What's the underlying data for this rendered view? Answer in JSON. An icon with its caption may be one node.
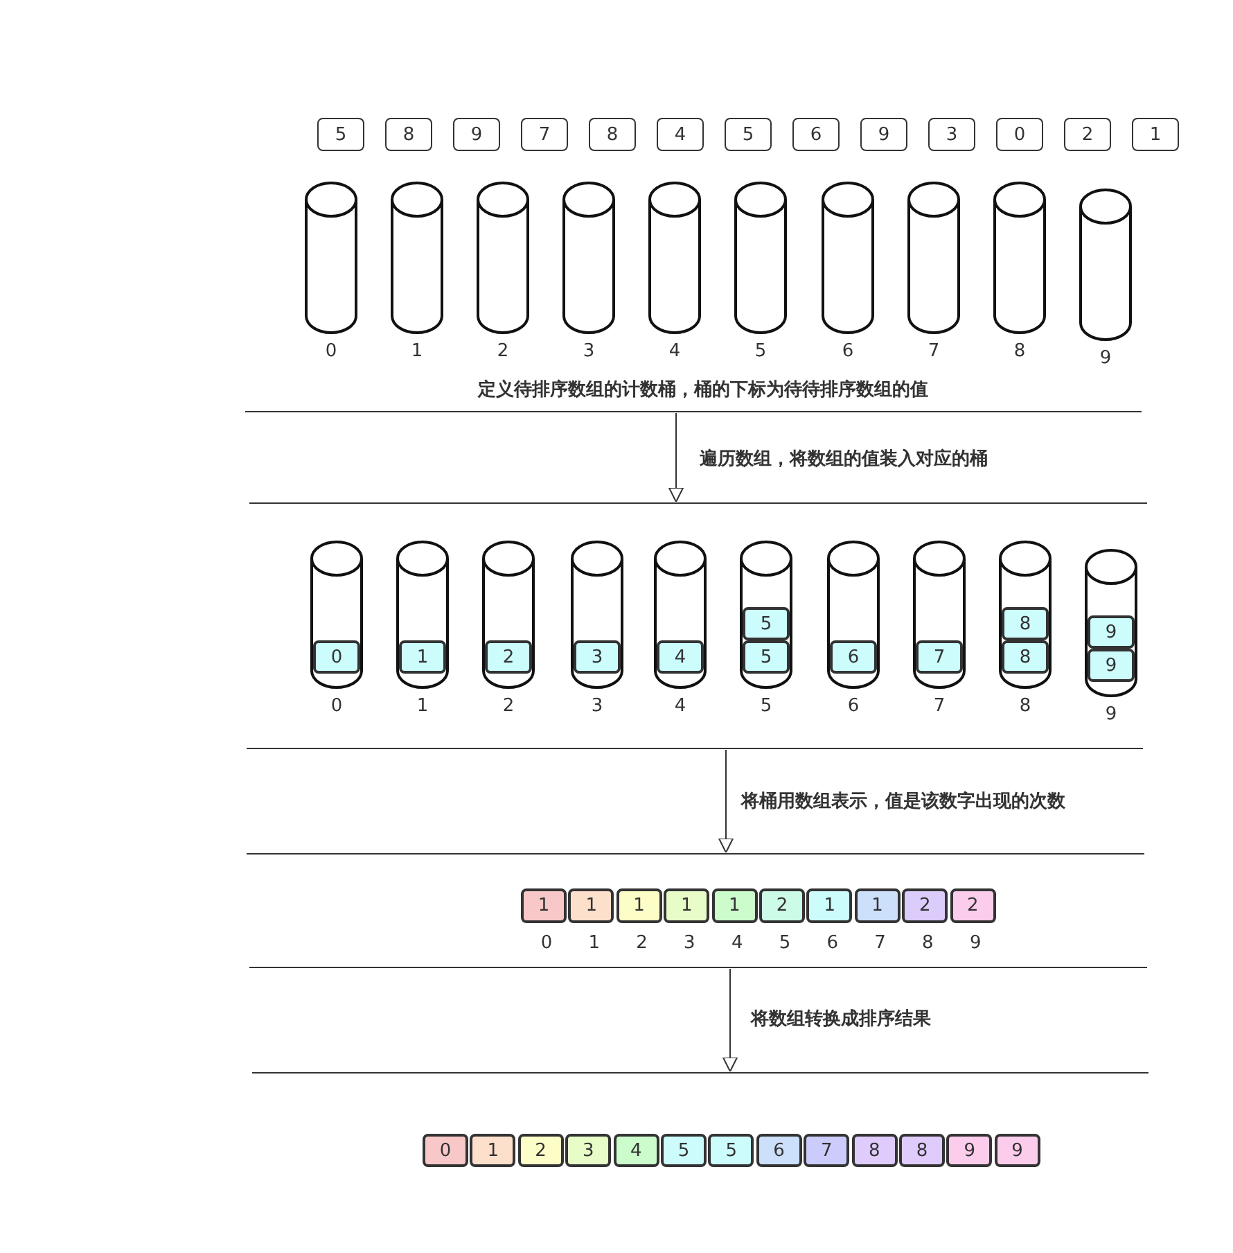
{
  "diagram": {
    "nodes": [
      {
        "text": [
          "5"
        ]
      },
      {
        "text": [
          "8"
        ]
      },
      {
        "text": [
          "9"
        ]
      },
      {
        "text": [
          "7"
        ]
      },
      {
        "text": [
          "8"
        ]
      },
      {
        "text": [
          "4"
        ]
      },
      {
        "text": [
          "5"
        ]
      },
      {
        "text": [
          "6"
        ]
      },
      {
        "text": [
          "9"
        ]
      },
      {
        "text": [
          "3"
        ]
      },
      {
        "text": [
          "0"
        ]
      },
      {
        "text": [
          "2"
        ]
      },
      {
        "text": [
          "1"
        ]
      },
      {
        "text": [],
        "shape": "cylinder",
        "beside": [
          "0"
        ]
      },
      {
        "text": [],
        "shape": "cylinder",
        "beside": [
          "1"
        ]
      },
      {
        "text": [],
        "shape": "cylinder",
        "beside": [
          "2"
        ]
      },
      {
        "text": [],
        "shape": "cylinder",
        "beside": [
          "3"
        ]
      },
      {
        "text": [],
        "shape": "cylinder",
        "beside": [
          "4"
        ]
      },
      {
        "text": [],
        "shape": "cylinder",
        "beside": [
          "5"
        ]
      },
      {
        "text": [],
        "shape": "cylinder",
        "beside": [
          "6"
        ]
      },
      {
        "text": [],
        "shape": "cylinder",
        "beside": [
          "7"
        ]
      },
      {
        "text": [],
        "shape": "cylinder",
        "beside": [
          "8"
        ]
      },
      {
        "text": [],
        "shape": "cylinder",
        "beside": [
          "9"
        ]
      },
      {
        "text": [],
        "shape": "cylinder",
        "beside": [
          "0"
        ]
      },
      {
        "text": [],
        "shape": "cylinder",
        "beside": [
          "1"
        ]
      },
      {
        "text": [],
        "shape": "cylinder",
        "beside": [
          "2"
        ]
      },
      {
        "text": [],
        "shape": "cylinder",
        "beside": [
          "3"
        ]
      },
      {
        "text": [],
        "shape": "cylinder",
        "beside": [
          "4"
        ]
      },
      {
        "text": [],
        "shape": "cylinder",
        "beside": [
          "5"
        ]
      },
      {
        "text": [],
        "shape": "cylinder",
        "beside": [
          "6"
        ]
      },
      {
        "text": [],
        "shape": "cylinder",
        "beside": [
          "7"
        ]
      },
      {
        "text": [],
        "shape": "cylinder",
        "beside": [
          "8"
        ]
      },
      {
        "text": [],
        "shape": "cylinder",
        "beside": [
          "9"
        ]
      },
      {
        "text": [
          "0"
        ],
        "in": 23
      },
      {
        "text": [
          "1"
        ],
        "in": 24
      },
      {
        "text": [
          "2"
        ],
        "in": 25
      },
      {
        "text": [
          "3"
        ],
        "in": 26
      },
      {
        "text": [
          "4"
        ],
        "in": 27
      },
      {
        "text": [
          "5"
        ],
        "in": 28
      },
      {
        "text": [
          "5"
        ],
        "in": 28
      },
      {
        "text": [
          "6"
        ],
        "in": 29
      },
      {
        "text": [
          "7"
        ],
        "in": 30
      },
      {
        "text": [
          "8"
        ],
        "in": 31
      },
      {
        "text": [
          "8"
        ],
        "in": 31
      },
      {
        "text": [
          "9"
        ],
        "in": 32
      },
      {
        "text": [
          "9"
        ],
        "in": 32
      },
      {
        "text": [
          "1"
        ],
        "beside": [
          "0"
        ]
      },
      {
        "text": [
          "1"
        ],
        "beside": [
          "1"
        ]
      },
      {
        "text": [
          "1"
        ],
        "beside": [
          "2"
        ]
      },
      {
        "text": [
          "1"
        ],
        "beside": [
          "3"
        ]
      },
      {
        "text": [
          "1"
        ],
        "beside": [
          "4"
        ]
      },
      {
        "text": [
          "2"
        ],
        "beside": [
          "5"
        ]
      },
      {
        "text": [
          "1"
        ],
        "beside": [
          "6"
        ]
      },
      {
        "text": [
          "1"
        ],
        "beside": [
          "7"
        ]
      },
      {
        "text": [
          "2"
        ],
        "beside": [
          "8"
        ]
      },
      {
        "text": [
          "2"
        ],
        "beside": [
          "9"
        ]
      },
      {
        "text": [
          "0"
        ]
      },
      {
        "text": [
          "1"
        ]
      },
      {
        "text": [
          "2"
        ]
      },
      {
        "text": [
          "3"
        ]
      },
      {
        "text": [
          "4"
        ]
      },
      {
        "text": [
          "5"
        ]
      },
      {
        "text": [
          "5"
        ]
      },
      {
        "text": [
          "6"
        ]
      },
      {
        "text": [
          "7"
        ]
      },
      {
        "text": [
          "8"
        ]
      },
      {
        "text": [
          "8"
        ]
      },
      {
        "text": [
          "9"
        ]
      },
      {
        "text": [
          "9"
        ]
      }
    ],
    "labels": [
      "定义待排序数组的计数桶，桶的下标为待待排序数组的值",
      "遍历数组，将数组的值装入对应的桶",
      "将桶用数组表示，值是该数字出现的次数",
      "将数组转换成排序结果"
    ]
  }
}
